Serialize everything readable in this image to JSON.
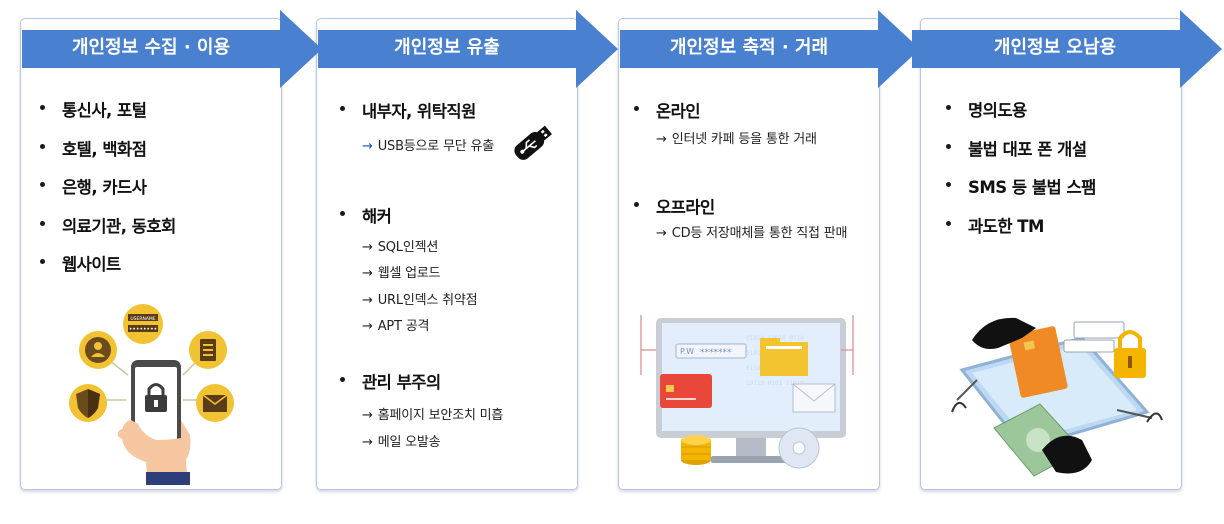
{
  "colors": {
    "arrow": "#4a80d0",
    "border": "#b9c6e4"
  },
  "stages": [
    {
      "title": "개인정보 수집 · 이용"
    },
    {
      "title": "개인정보 유출"
    },
    {
      "title": "개인정보 축적 · 거래"
    },
    {
      "title": "개인정보 오남용"
    }
  ],
  "collect": {
    "items": [
      "통신사, 포털",
      "호텔, 백화점",
      "은행, 카드사",
      "의료기관, 동호회",
      "웹사이트"
    ],
    "illustration": {
      "username_label": "USERNAME",
      "password_mask": "••••••••"
    }
  },
  "leak": {
    "arrow_glyph": "→",
    "sections": [
      {
        "title": "내부자, 위탁직원",
        "subs": [
          "USB등으로 무단 유출"
        ]
      },
      {
        "title": "해커",
        "subs": [
          "SQL인젝션",
          "웹셀 업로드",
          "URL인덱스 취약점",
          "APT 공격"
        ]
      },
      {
        "title": "관리 부주의",
        "subs": [
          "홈페이지 보안조치 미흡",
          "메일 오발송"
        ]
      }
    ]
  },
  "trade": {
    "sections": [
      {
        "title": "온라인",
        "subs": [
          "인터넷 카페 등을 통한 거래"
        ]
      },
      {
        "title": "오프라인",
        "subs": [
          "CD등 저장매체를 통한 직접 판매"
        ]
      }
    ],
    "illustration": {
      "pw_label": "P.W",
      "pw_mask": "*******"
    }
  },
  "misuse": {
    "items": [
      "명의도용",
      "불법 대포 폰 개설",
      "SMS 등 불법 스팸",
      "과도한 TM"
    ]
  }
}
